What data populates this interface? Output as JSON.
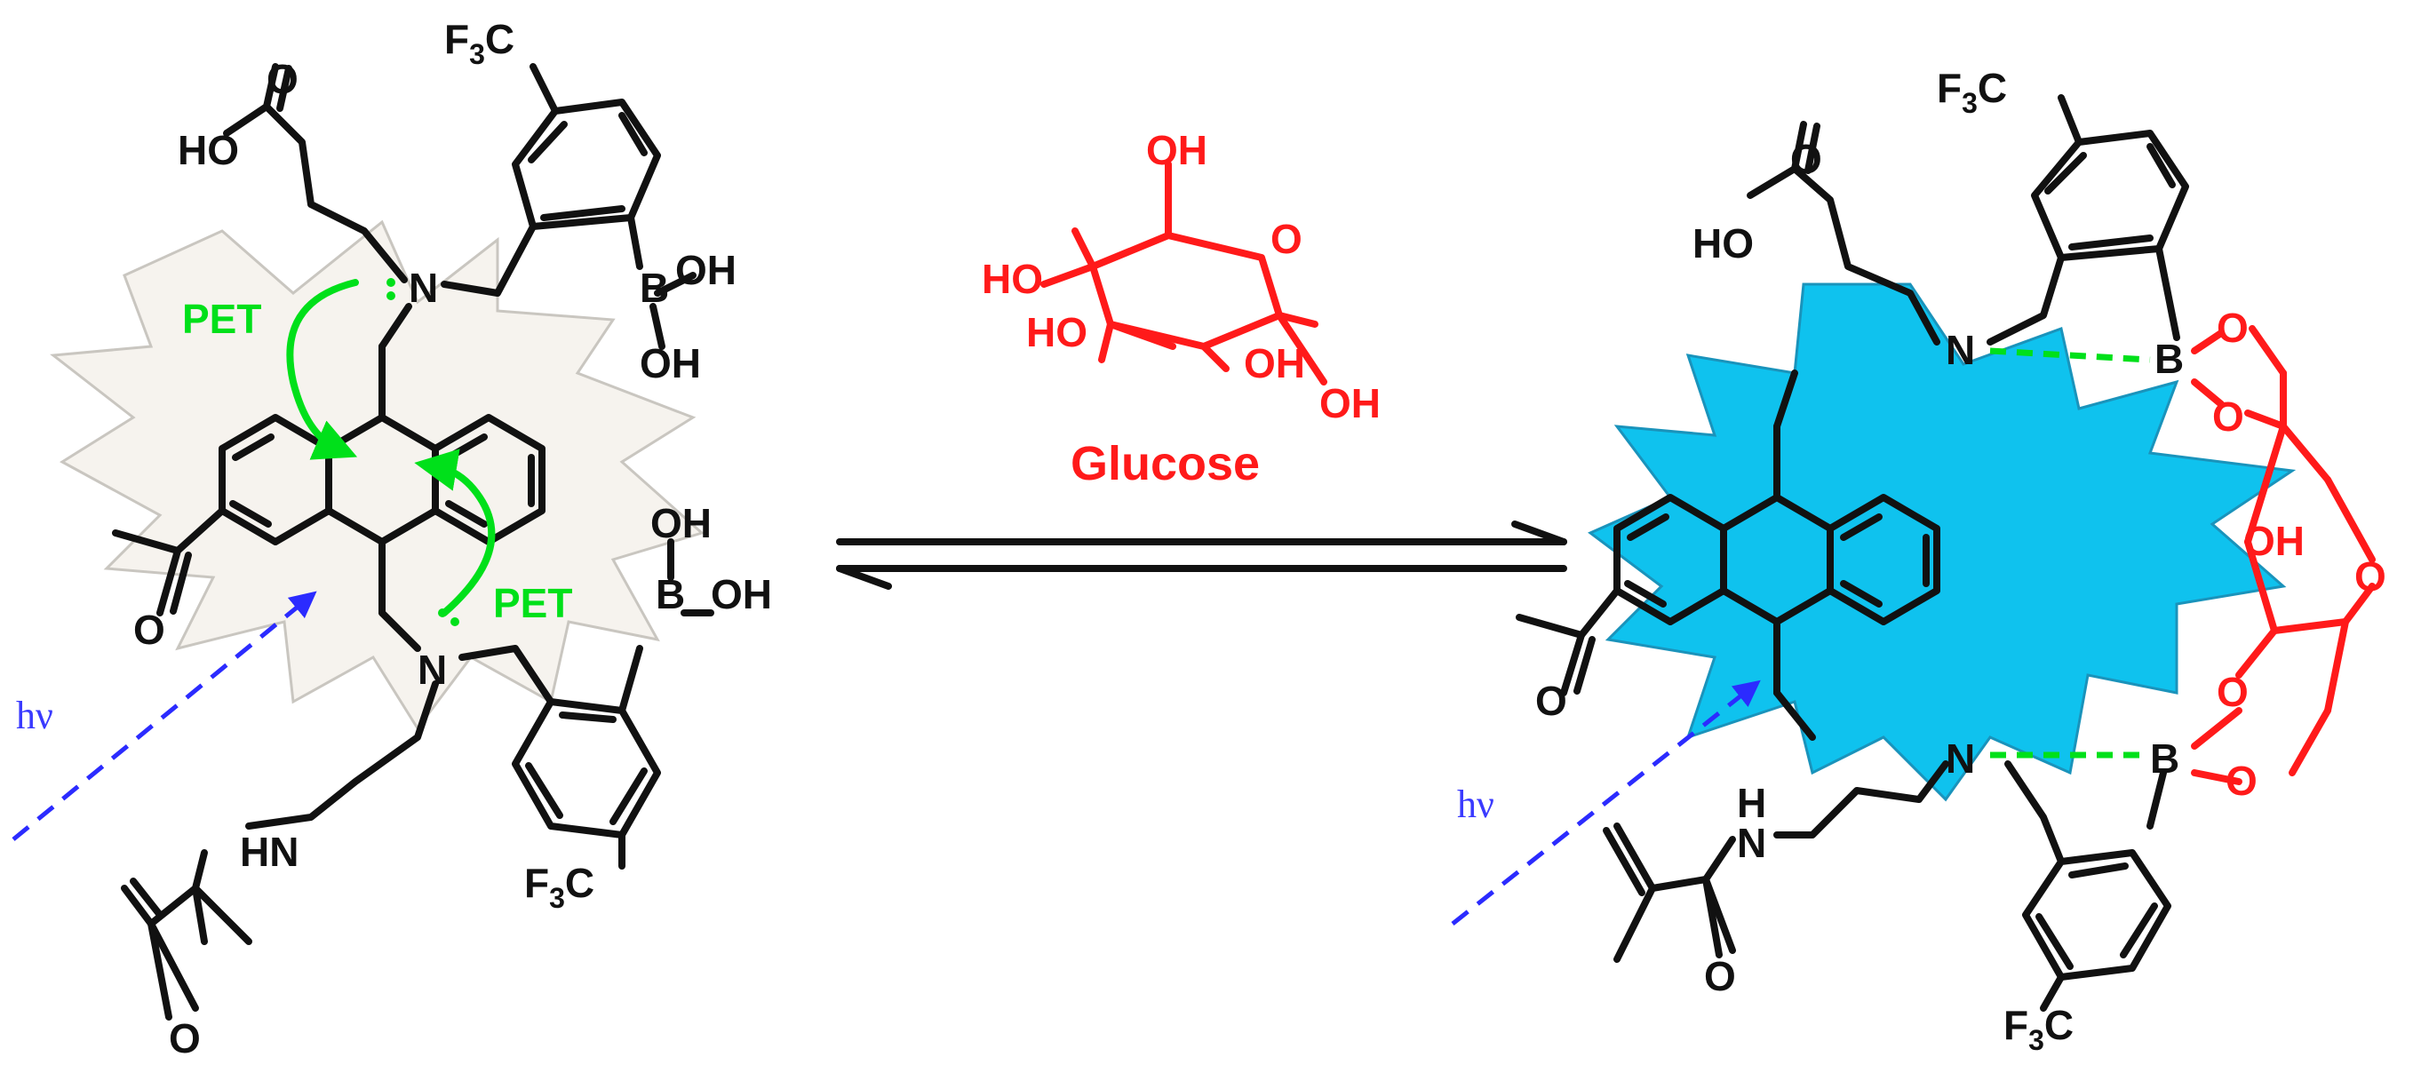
{
  "reactant": {
    "labels": {
      "cf3_top": "F3C",
      "cooh": "HO",
      "cooh_o": "O",
      "n_top": "N",
      "boh_top_b": "B",
      "boh_top_oh1": "OH",
      "boh_top_oh2": "OH",
      "pet_top": "PET",
      "pet_bottom": "PET",
      "n_bottom": "N",
      "boh_bot_b": "B",
      "boh_bot_oh1": "OH",
      "boh_bot_oh2": "OH",
      "acetyl_o": "O",
      "hn": "HN",
      "amide_o": "O",
      "cf3_bottom": "F3C",
      "hv": "hν"
    }
  },
  "glucose": {
    "label": "Glucose",
    "oh_labels": [
      "OH",
      "HO",
      "HO",
      "OH",
      "OH"
    ],
    "ring_o": "O"
  },
  "product": {
    "labels": {
      "cf3_top": "F3C",
      "cooh": "HO",
      "cooh_o": "O",
      "n_top": "N",
      "b_top": "B",
      "o1": "O",
      "o2": "O",
      "oh_mid": "OH",
      "o_ring": "O",
      "o3": "O",
      "o4": "O",
      "b_bottom": "B",
      "n_bottom": "N",
      "acetyl_o": "O",
      "hn": "H",
      "hn_n": "N",
      "amide_o": "O",
      "cf3_bottom": "F3C",
      "hv": "hν"
    }
  },
  "colors": {
    "bond": "#111111",
    "glucose": "#ff1a1a",
    "pet": "#00e01a",
    "light": "#2b2bff",
    "fluorescence_glow": "#0fc2ee",
    "quenched_glow": "#f6f3ee"
  }
}
